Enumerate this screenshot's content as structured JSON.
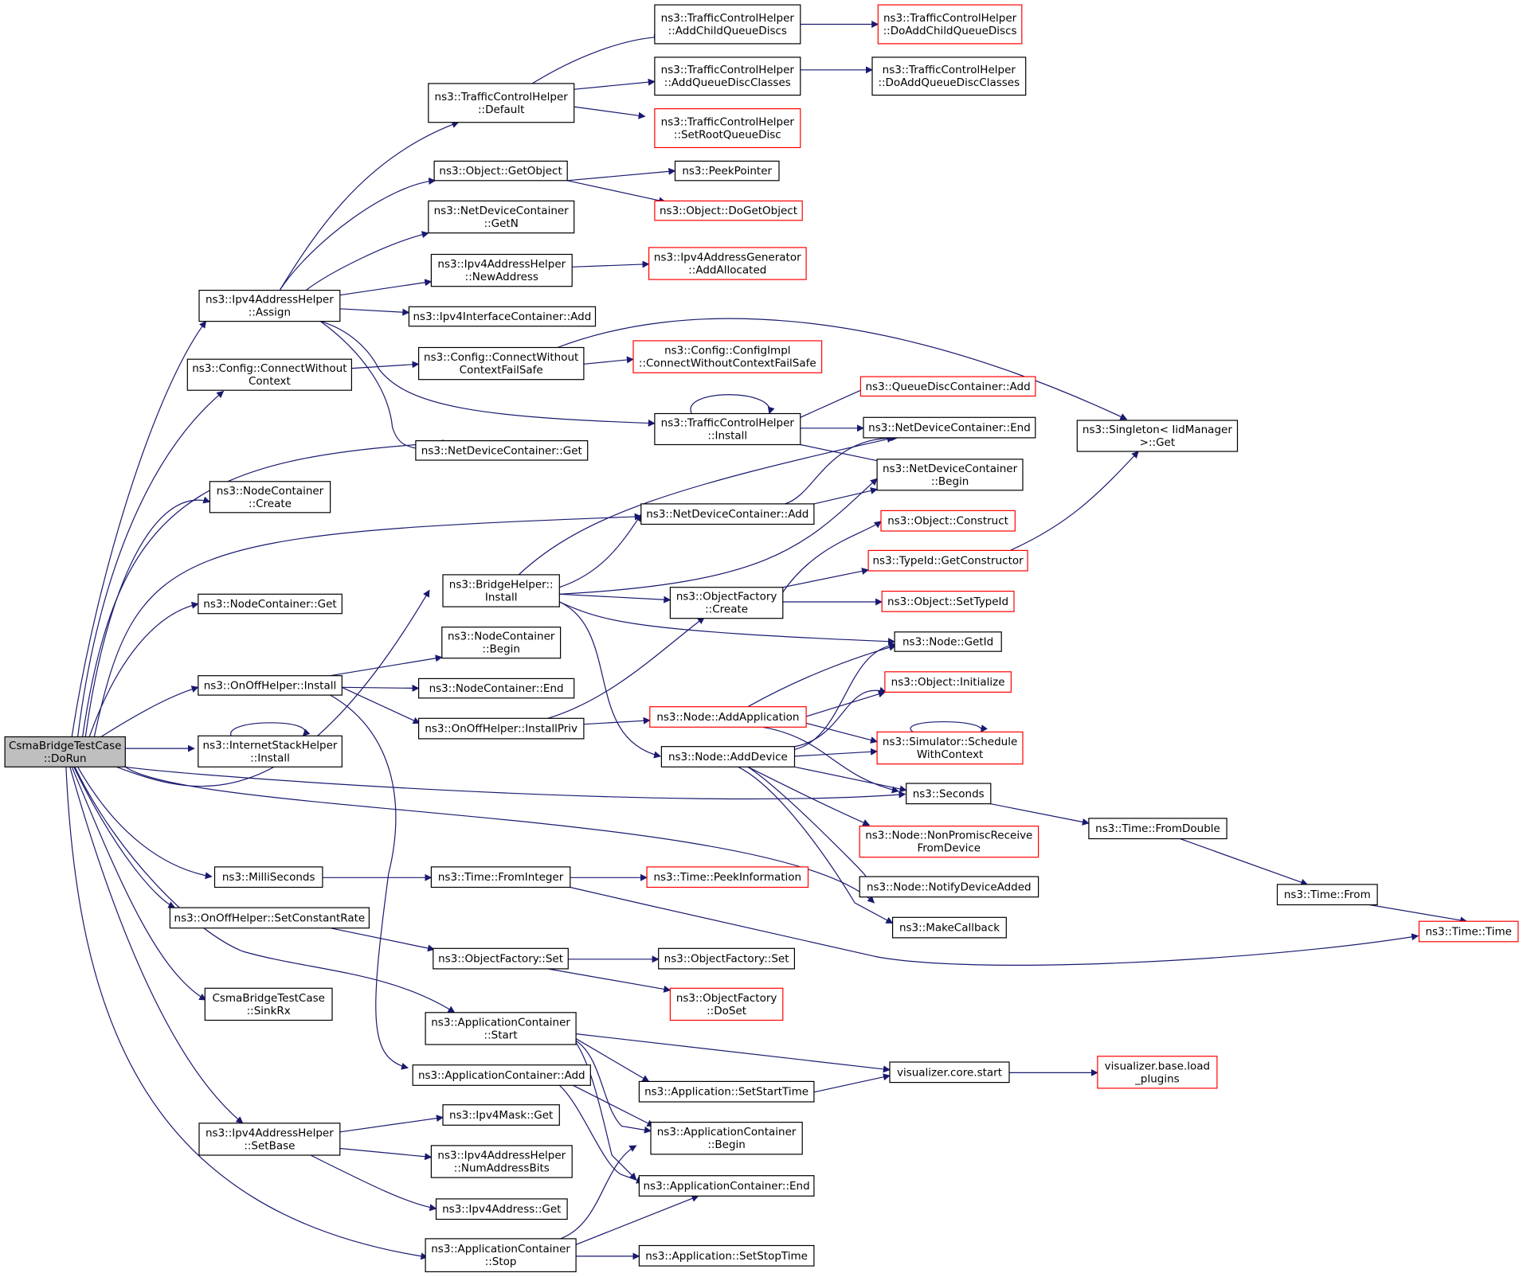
{
  "colors": {
    "edge": "#191970",
    "node_border": "#000000",
    "truncated_border": "#ff0000",
    "root_fill": "#bfbfbf"
  },
  "nodes": {
    "root": [
      "CsmaBridgeTestCase",
      "::DoRun"
    ],
    "tch_addchild": [
      "ns3::TrafficControlHelper",
      "::AddChildQueueDiscs"
    ],
    "tch_doaddchild": [
      "ns3::TrafficControlHelper",
      "::DoAddChildQueueDiscs"
    ],
    "tch_addqdc": [
      "ns3::TrafficControlHelper",
      "::AddQueueDiscClasses"
    ],
    "tch_doaddqdc": [
      "ns3::TrafficControlHelper",
      "::DoAddQueueDiscClasses"
    ],
    "tch_default": [
      "ns3::TrafficControlHelper",
      "::Default"
    ],
    "tch_setroot": [
      "ns3::TrafficControlHelper",
      "::SetRootQueueDisc"
    ],
    "obj_getobject": [
      "ns3::Object::GetObject"
    ],
    "peekpointer": [
      "ns3::PeekPointer"
    ],
    "obj_dogetobject": [
      "ns3::Object::DoGetObject"
    ],
    "ndc_getn": [
      "ns3::NetDeviceContainer",
      "::GetN"
    ],
    "ipv4ah_newaddr": [
      "ns3::Ipv4AddressHelper",
      "::NewAddress"
    ],
    "ipv4ag_alloc": [
      "ns3::Ipv4AddressGenerator",
      "::AddAllocated"
    ],
    "ipv4ah_assign": [
      "ns3::Ipv4AddressHelper",
      "::Assign"
    ],
    "ipv4ic_add": [
      "ns3::Ipv4InterfaceContainer::Add"
    ],
    "cfg_connect": [
      "ns3::Config::ConnectWithout",
      "Context"
    ],
    "cfg_connectfs": [
      "ns3::Config::ConnectWithout",
      "ContextFailSafe"
    ],
    "cfgimpl_connect": [
      "ns3::Config::ConfigImpl",
      "::ConnectWithoutContextFailSafe"
    ],
    "qdc_add": [
      "ns3::QueueDiscContainer::Add"
    ],
    "tch_install": [
      "ns3::TrafficControlHelper",
      "::Install"
    ],
    "ndc_end": [
      "ns3::NetDeviceContainer::End"
    ],
    "singleton_get": [
      "ns3::Singleton< IidManager",
      ">::Get"
    ],
    "ndc_get": [
      "ns3::NetDeviceContainer::Get"
    ],
    "ndc_begin": [
      "ns3::NetDeviceContainer",
      "::Begin"
    ],
    "nc_create": [
      "ns3::NodeContainer",
      "::Create"
    ],
    "ndc_add": [
      "ns3::NetDeviceContainer::Add"
    ],
    "obj_construct": [
      "ns3::Object::Construct"
    ],
    "typeid_getctor": [
      "ns3::TypeId::GetConstructor"
    ],
    "bh_install": [
      "ns3::BridgeHelper::",
      "Install"
    ],
    "of_create": [
      "ns3::ObjectFactory",
      "::Create"
    ],
    "obj_settypeid": [
      "ns3::Object::SetTypeId"
    ],
    "nc_get": [
      "ns3::NodeContainer::Get"
    ],
    "node_getid": [
      "ns3::Node::GetId"
    ],
    "nc_begin": [
      "ns3::NodeContainer",
      "::Begin"
    ],
    "ooh_install": [
      "ns3::OnOffHelper::Install"
    ],
    "nc_end": [
      "ns3::NodeContainer::End"
    ],
    "obj_initialize": [
      "ns3::Object::Initialize"
    ],
    "node_addapp": [
      "ns3::Node::AddApplication"
    ],
    "ooh_installpriv": [
      "ns3::OnOffHelper::InstallPriv"
    ],
    "ish_install": [
      "ns3::InternetStackHelper",
      "::Install"
    ],
    "sim_schedule": [
      "ns3::Simulator::Schedule",
      "WithContext"
    ],
    "node_adddevice": [
      "ns3::Node::AddDevice"
    ],
    "seconds": [
      "ns3::Seconds"
    ],
    "time_fromdouble": [
      "ns3::Time::FromDouble"
    ],
    "node_nonpromisc": [
      "ns3::Node::NonPromiscReceive",
      "FromDevice"
    ],
    "milliseconds": [
      "ns3::MilliSeconds"
    ],
    "time_fromint": [
      "ns3::Time::FromInteger"
    ],
    "time_peekinfo": [
      "ns3::Time::PeekInformation"
    ],
    "node_notify": [
      "ns3::Node::NotifyDeviceAdded"
    ],
    "time_from": [
      "ns3::Time::From"
    ],
    "ooh_setrate": [
      "ns3::OnOffHelper::SetConstantRate"
    ],
    "makecallback": [
      "ns3::MakeCallback"
    ],
    "time_time": [
      "ns3::Time::Time"
    ],
    "of_set": [
      "ns3::ObjectFactory::Set"
    ],
    "of_set2": [
      "ns3::ObjectFactory::Set"
    ],
    "sinkrx": [
      "CsmaBridgeTestCase",
      "::SinkRx"
    ],
    "of_doset": [
      "ns3::ObjectFactory",
      "::DoSet"
    ],
    "ac_start": [
      "ns3::ApplicationContainer",
      "::Start"
    ],
    "vis_start": [
      "visualizer.core.start"
    ],
    "vis_load": [
      "visualizer.base.load",
      "_plugins"
    ],
    "ac_add": [
      "ns3::ApplicationContainer::Add"
    ],
    "app_setstart": [
      "ns3::Application::SetStartTime"
    ],
    "ipv4mask_get": [
      "ns3::Ipv4Mask::Get"
    ],
    "ac_begin": [
      "ns3::ApplicationContainer",
      "::Begin"
    ],
    "ipv4ah_setbase": [
      "ns3::Ipv4AddressHelper",
      "::SetBase"
    ],
    "ipv4ah_numbits": [
      "ns3::Ipv4AddressHelper",
      "::NumAddressBits"
    ],
    "ac_end": [
      "ns3::ApplicationContainer::End"
    ],
    "ipv4addr_get": [
      "ns3::Ipv4Address::Get"
    ],
    "ac_stop": [
      "ns3::ApplicationContainer",
      "::Stop"
    ],
    "app_setstop": [
      "ns3::Application::SetStopTime"
    ]
  }
}
